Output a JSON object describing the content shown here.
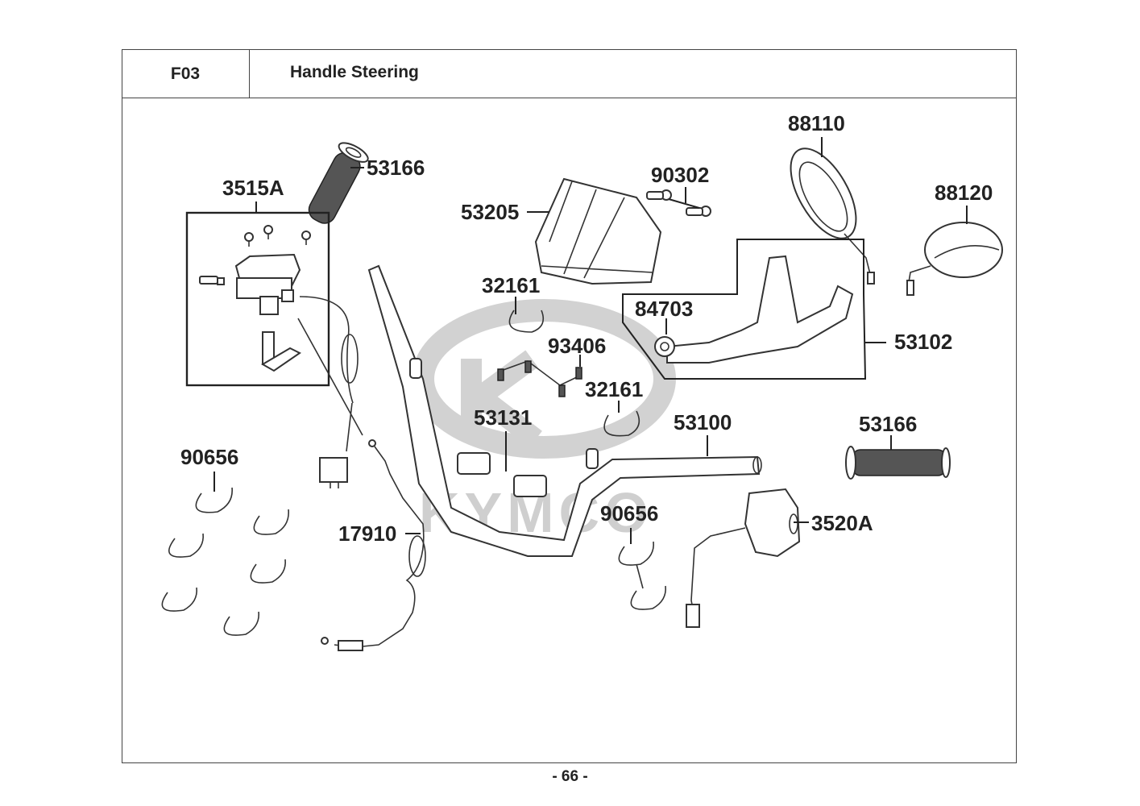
{
  "header": {
    "section_code": "F03",
    "section_title": "Handle Steering"
  },
  "watermark": {
    "brand": "KYMCO"
  },
  "parts": [
    {
      "id": "p1",
      "number": "53166",
      "name": "left-grip"
    },
    {
      "id": "p2",
      "number": "3515A",
      "name": "brake-master-cylinder-assembly"
    },
    {
      "id": "p3",
      "number": "53205",
      "name": "handlebar-cover"
    },
    {
      "id": "p4",
      "number": "90302",
      "name": "bolts"
    },
    {
      "id": "p5",
      "number": "88110",
      "name": "right-mirror"
    },
    {
      "id": "p6",
      "number": "88120",
      "name": "left-mirror"
    },
    {
      "id": "p7",
      "number": "32161",
      "name": "cable-band-upper"
    },
    {
      "id": "p8",
      "number": "84703",
      "name": "rubber-damper"
    },
    {
      "id": "p9",
      "number": "53102",
      "name": "meter-bracket-assembly"
    },
    {
      "id": "p10",
      "number": "93406",
      "name": "screws"
    },
    {
      "id": "p11",
      "number": "32161",
      "name": "cable-band-lower"
    },
    {
      "id": "p12",
      "number": "53131",
      "name": "handlebar-holders"
    },
    {
      "id": "p13",
      "number": "53100",
      "name": "handlebar"
    },
    {
      "id": "p14",
      "number": "53166",
      "name": "right-grip"
    },
    {
      "id": "p15",
      "number": "90656",
      "name": "cable-bands-left"
    },
    {
      "id": "p16",
      "number": "90656",
      "name": "cable-bands-center"
    },
    {
      "id": "p17",
      "number": "3520A",
      "name": "handle-switch"
    },
    {
      "id": "p18",
      "number": "17910",
      "name": "throttle-cable"
    }
  ],
  "footer": {
    "page_number": "- 66 -"
  }
}
